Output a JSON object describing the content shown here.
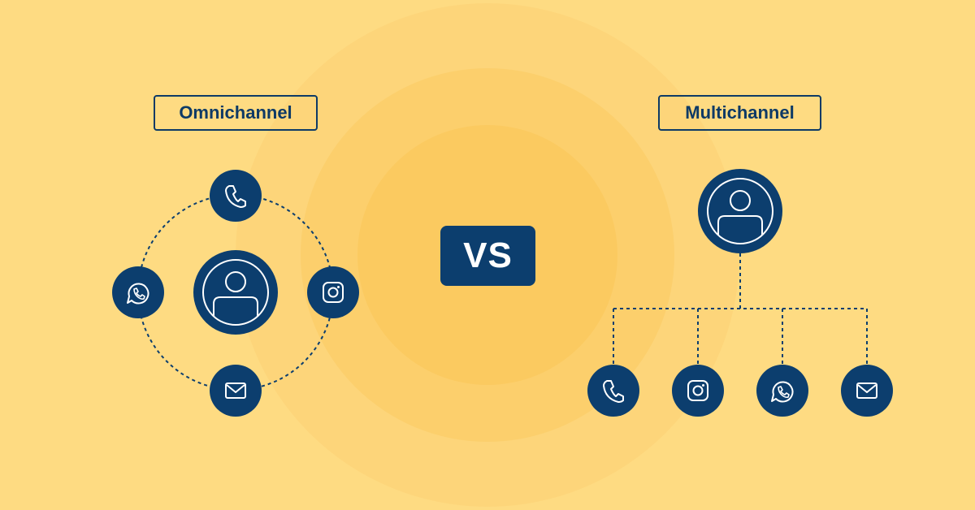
{
  "omnichannel": {
    "label": "Omnichannel"
  },
  "multichannel": {
    "label": "Multichannel"
  },
  "vs_label": "VS",
  "colors": {
    "background": "#fedb82",
    "accent_navy": "#0c3e6e",
    "icon_stroke": "#ffffff"
  },
  "icons": {
    "omnichannel": [
      "user-icon",
      "phone-icon",
      "instagram-icon",
      "mail-icon",
      "whatsapp-icon"
    ],
    "multichannel": [
      "user-icon",
      "phone-icon",
      "instagram-icon",
      "whatsapp-icon",
      "mail-icon"
    ]
  }
}
